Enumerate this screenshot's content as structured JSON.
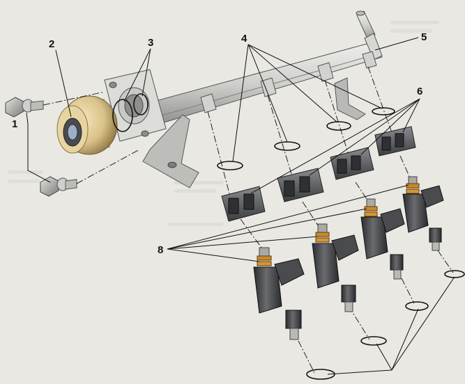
{
  "figure": {
    "callouts": [
      "1",
      "2",
      "3",
      "4",
      "5",
      "6",
      "8"
    ]
  },
  "colors": {
    "background": "#e9e8e3",
    "rail": "#cfd0cc",
    "rail_shadow": "#9fa09c",
    "regulator_body": "#d9c28a",
    "connector": "#5a5b5e",
    "injector_body": "#3e3f42",
    "injector_ring": "#c98a2a",
    "seal": "#111111"
  }
}
